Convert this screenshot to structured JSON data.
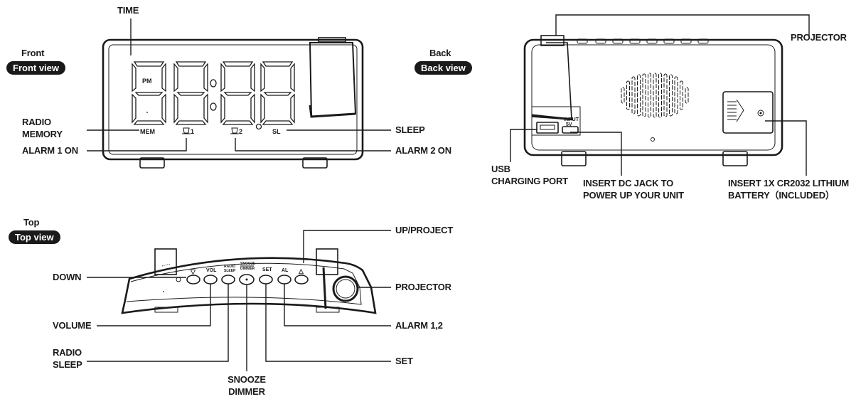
{
  "views": {
    "front": {
      "heading": "Front",
      "badge": "Front view"
    },
    "back": {
      "heading": "Back",
      "badge": "Back view"
    },
    "top": {
      "heading": "Top",
      "badge": "Top view"
    }
  },
  "front_labels": {
    "time": "TIME",
    "radio_memory_1": "RADIO",
    "radio_memory_2": "MEMORY",
    "alarm1_on": "ALARM  1 ON",
    "sleep": "SLEEP",
    "alarm2_on": "ALARM 2 ON"
  },
  "display_marks": {
    "pm": "PM",
    "mem": "MEM",
    "alarm1": "1",
    "alarm2": "2",
    "sl": "SL"
  },
  "back_labels": {
    "projector": "PROJECTOR",
    "usb_1": "USB",
    "usb_2": "CHARGING PORT",
    "dc_1": "INSERT DC JACK TO",
    "dc_2": "POWER UP YOUR UNIT",
    "battery_1": "INSERT 1X CR2032 LITHIUM",
    "battery_2": "BATTERY（INCLUDED）",
    "input_mark_1": "INPUT",
    "input_mark_2": "5V"
  },
  "top_labels": {
    "down": "DOWN",
    "volume": "VOLUME",
    "radio_sleep_1": "RADIO",
    "radio_sleep_2": "SLEEP",
    "snooze_dimmer_1": "SNOOZE",
    "snooze_dimmer_2": "DIMMER",
    "up_project": "UP/PROJECT",
    "projector": "PROJECTOR",
    "alarm12": "ALARM 1,2",
    "set": "SET"
  },
  "button_marks": {
    "down": "▽",
    "vol": "VOL",
    "radio_1": "RADIO",
    "radio_2": "SLEEP",
    "snooze_1": "SNOOZE",
    "snooze_2": "DIMMER",
    "set": "SET",
    "al": "AL",
    "up": "△"
  }
}
